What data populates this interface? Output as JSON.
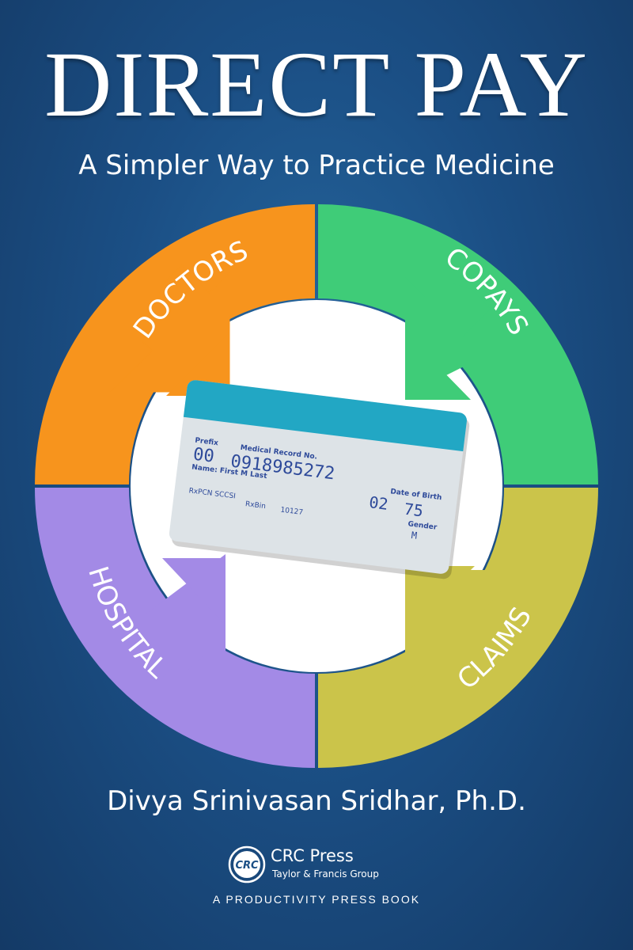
{
  "cover": {
    "title": "DIRECT PAY",
    "subtitle": "A Simpler Way to Practice Medicine",
    "author": "Divya Srinivasan Sridhar, Ph.D."
  },
  "cycle": {
    "segments": [
      {
        "label": "DOCTORS",
        "color": "#f7941d"
      },
      {
        "label": "COPAYS",
        "color": "#3fcc78"
      },
      {
        "label": "CLAIMS",
        "color": "#cbc44a"
      },
      {
        "label": "HOSPITAL",
        "color": "#a38ae6"
      }
    ]
  },
  "card": {
    "prefix_label": "Prefix",
    "prefix_value": "00",
    "record_label": "Medical Record No.",
    "record_value": "0918985272",
    "name_label": "Name: First M Last",
    "rx_pcn_label": "RxPCN SCCSI",
    "rx_bin_label": "RxBin",
    "rx_bin_value": "10127",
    "dob_label": "Date of Birth",
    "dob_month": "02",
    "dob_year": "75",
    "gender_label": "Gender",
    "gender_value": "M"
  },
  "publisher": {
    "logo_text": "CRC",
    "name": "CRC Press",
    "group": "Taylor & Francis Group",
    "tagline": "A PRODUCTIVITY PRESS BOOK"
  }
}
